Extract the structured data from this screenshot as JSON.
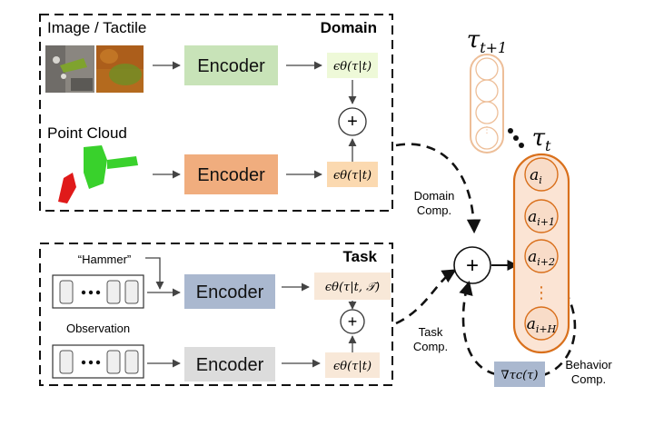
{
  "domain_panel": {
    "title": "Domain",
    "image_label": "Image / Tactile",
    "point_cloud_label": "Point Cloud",
    "encoder_top": "Encoder",
    "encoder_bottom": "Encoder",
    "eps_top": "ϵθ(τ|t)",
    "eps_bottom": "ϵθ(τ|t)",
    "plus": "+",
    "colors": {
      "encoder_top": "#c8e3b8",
      "encoder_bottom": "#f0ad7e",
      "eps_top": "#eef9d8",
      "eps_bottom": "#fbd9b0"
    }
  },
  "task_panel": {
    "title": "Task",
    "hammer_label": "“Hammer”",
    "observation_label": "Observation",
    "encoder_top": "Encoder",
    "encoder_bottom": "Encoder",
    "eps_top": "ϵθ(τ|t, 𝒯)",
    "eps_bottom": "ϵθ(τ|t)",
    "plus": "+",
    "colors": {
      "encoder_top": "#aab8cf",
      "encoder_bottom": "#dcdcdc",
      "eps_bg": "#f8e8d8"
    }
  },
  "composition": {
    "plus": "+",
    "domain_comp": [
      "Domain",
      "Comp."
    ],
    "task_comp": [
      "Task",
      "Comp."
    ],
    "behavior_comp": [
      "Behavior",
      "Comp."
    ],
    "grad_label": "∇τc(τ)",
    "grad_color": "#aab8cf"
  },
  "trajectory": {
    "tau_next": "τt+1",
    "tau_current": "τt",
    "actions": [
      "ai",
      "ai+1",
      "ai+2",
      "ai+H"
    ],
    "colors": {
      "capsule_fill": "#fbe4d4",
      "capsule_stroke": "#d9701c",
      "node_fill": "#f8dcc8"
    }
  }
}
